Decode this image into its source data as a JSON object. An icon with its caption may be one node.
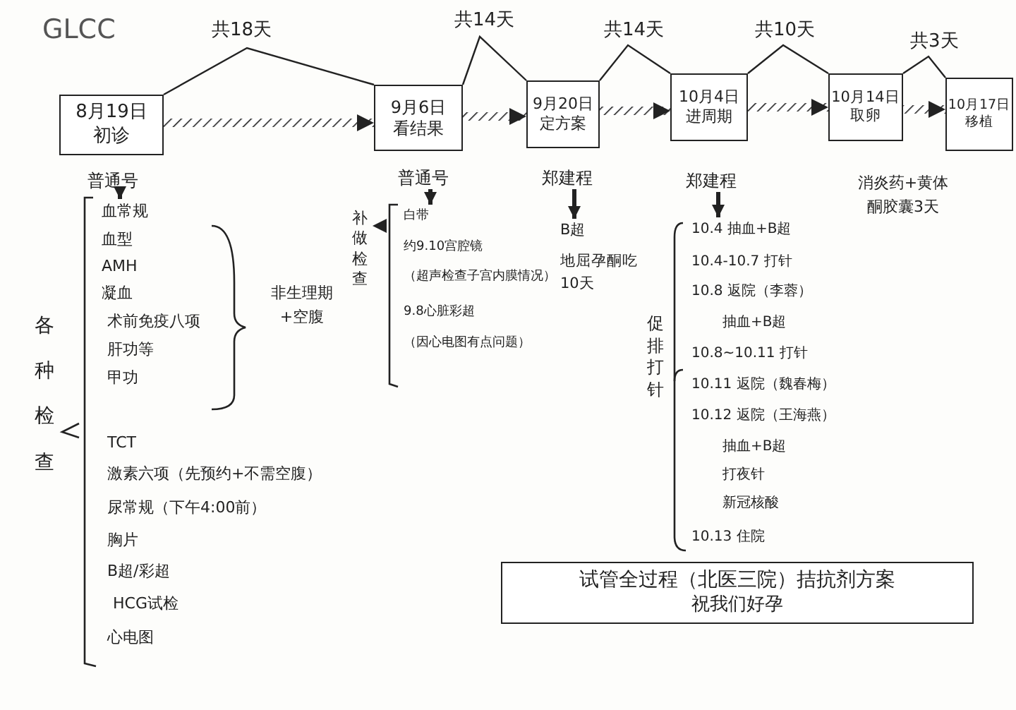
{
  "diagram": {
    "title": "GLCC",
    "nodes": [
      {
        "text": [
          "8月19日",
          "初诊"
        ]
      },
      {
        "text": [
          "9月6日",
          "看结果"
        ]
      },
      {
        "text": [
          "9月20日",
          "定方案"
        ]
      },
      {
        "text": [
          "10月4日",
          "进周期"
        ]
      },
      {
        "text": [
          "10月14日",
          "取卵"
        ]
      },
      {
        "text": [
          "10月17日",
          "移植"
        ]
      },
      {
        "text": [
          "普通号"
        ]
      },
      {
        "text": [
          "血常规",
          "血型",
          "AMH",
          "凝血",
          "术前免疫八项",
          "肝功等",
          "甲功",
          "TCT",
          "激素六项（先预约+不需空腹）",
          "尿常规（下午4:00前）",
          "胸片",
          "B超/彩超",
          "HCG试检",
          "心电图"
        ]
      },
      {
        "text": [
          "普通号"
        ]
      },
      {
        "text": [
          "白带",
          "约9.10宫腔镜",
          "（超声检查子宫内膜情况）",
          "9.8心脏彩超",
          "（因心电图有点问题）"
        ]
      },
      {
        "text": [
          "郑建程"
        ]
      },
      {
        "text": [
          "B超",
          "地屈孕酮吃10天"
        ]
      },
      {
        "text": [
          "郑建程"
        ]
      },
      {
        "text": [
          "10.4 抽血+B超",
          "10.4-10.7 打针",
          "10.8 返院（李蓉）",
          "抽血+B超",
          "10.8~10.11 打针",
          "10.11 返院（魏春梅）",
          "10.12 返院（王海燕）",
          "抽血+B超",
          "打夜针",
          "新冠核酸",
          "10.13 住院"
        ]
      },
      {
        "text": [
          "试管全过程（北医三院）拮抗剂方案",
          "祝我们好孕"
        ]
      }
    ],
    "edges": [
      {
        "from": 0,
        "to": 1,
        "arrow": "to",
        "style": "thick"
      },
      {
        "from": 1,
        "to": 2,
        "arrow": "to",
        "style": "thick"
      },
      {
        "from": 2,
        "to": 3,
        "arrow": "to",
        "style": "thick"
      },
      {
        "from": 3,
        "to": 4,
        "arrow": "to",
        "style": "thick"
      },
      {
        "from": 4,
        "to": 5,
        "arrow": "to",
        "style": "thick"
      },
      {
        "from": 6,
        "to": 7,
        "arrow": "to"
      },
      {
        "from": 8,
        "to": 9,
        "arrow": "to"
      },
      {
        "from": 10,
        "to": 11,
        "arrow": "to"
      },
      {
        "from": 12,
        "to": 13,
        "arrow": "to"
      }
    ],
    "labels": [
      "共18天",
      "共14天",
      "共14天",
      "共10天",
      "共3天",
      "各种检查",
      "非生理期+空腹",
      "补做检查",
      "促排打针",
      "消炎药+黄体酮胶囊3天"
    ]
  }
}
